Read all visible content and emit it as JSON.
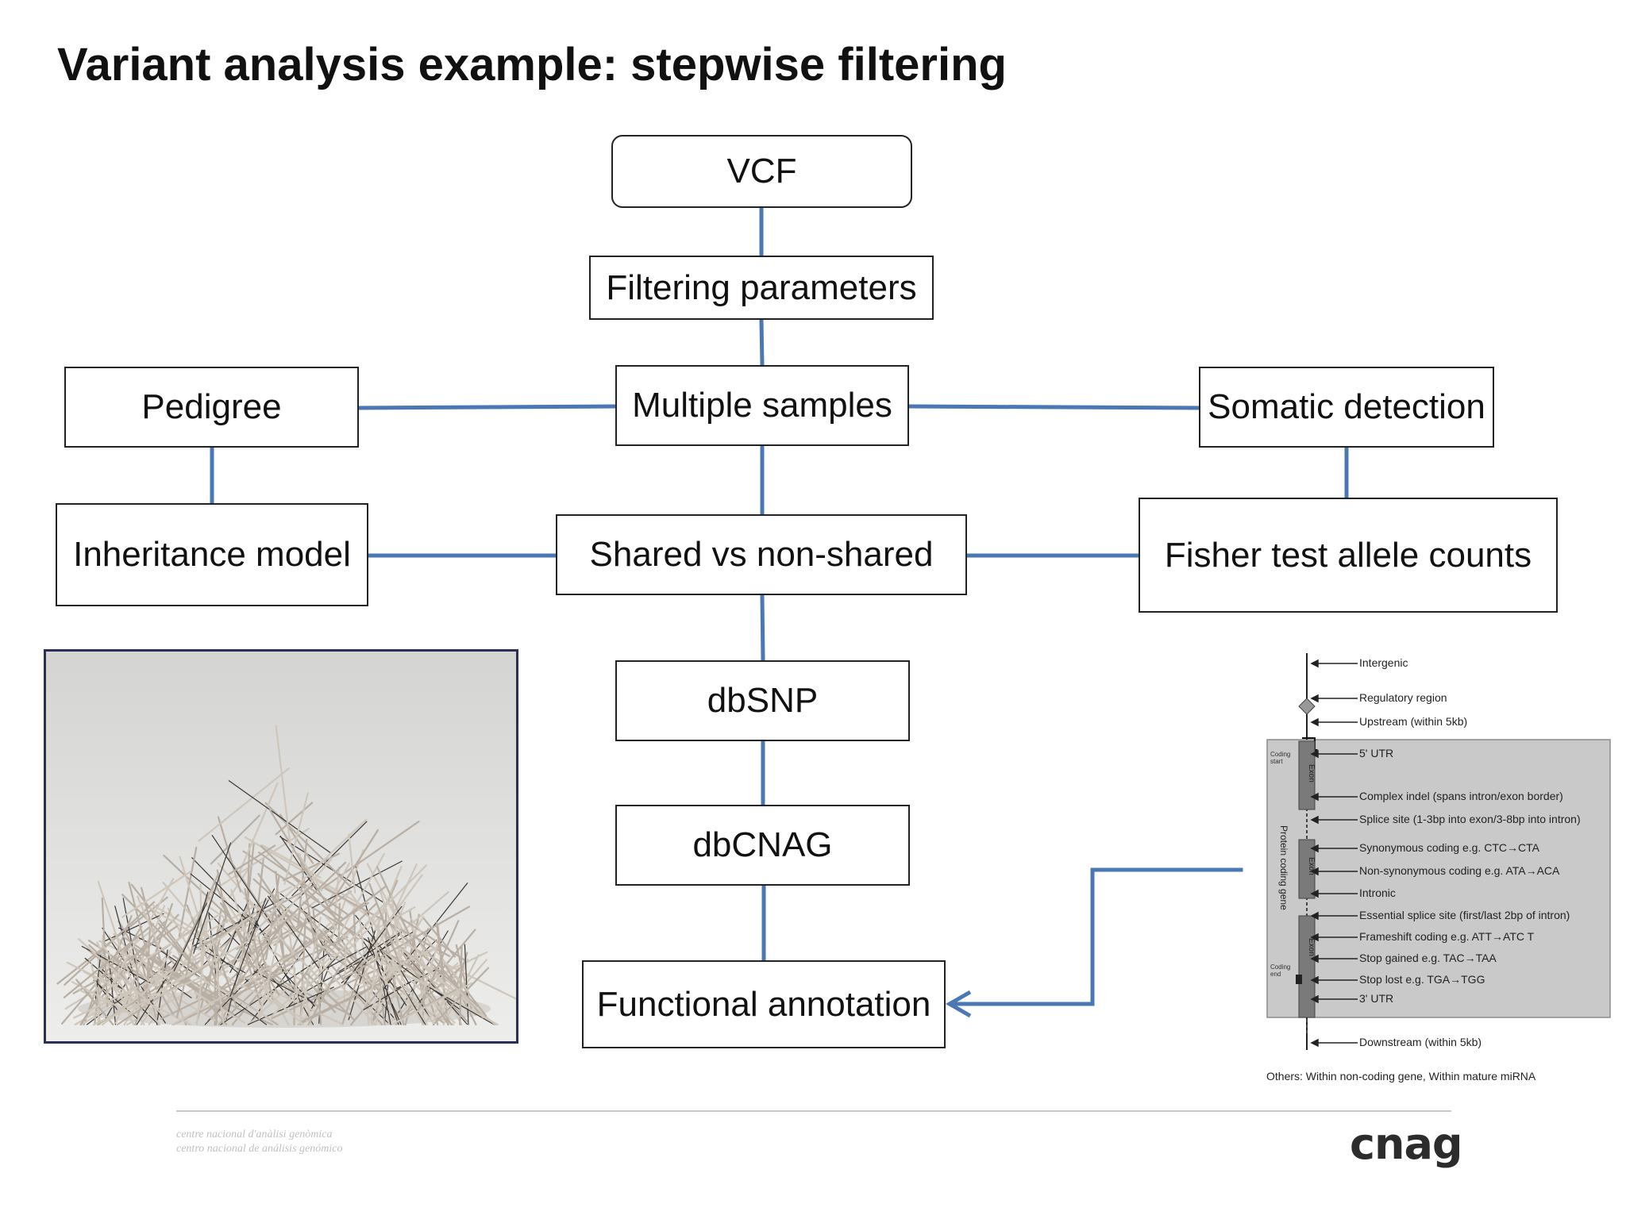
{
  "slide": {
    "title": "Variant analysis example: stepwise filtering"
  },
  "flow": {
    "vcf": "VCF",
    "filtering": "Filtering parameters",
    "multiple": "Multiple samples",
    "pedigree": "Pedigree",
    "somatic": "Somatic detection",
    "inheritance": "Inheritance model",
    "shared": "Shared vs non-shared",
    "fisher": "Fisher test allele counts",
    "dbsnp": "dbSNP",
    "dbcnag": "dbCNAG",
    "functional": "Functional annotation"
  },
  "consequences": {
    "labels": [
      "Intergenic",
      "Regulatory region",
      "Upstream (within 5kb)",
      "5' UTR",
      "Complex indel (spans intron/exon border)",
      "Splice site (1-3bp into exon/3-8bp into intron)",
      "Synonymous coding e.g. CTC→CTA",
      "Non-synonymous coding e.g. ATA→ACA",
      "Intronic",
      "Essential splice site (first/last 2bp of intron)",
      "Frameshift coding e.g. ATT→ATC T",
      "Stop gained e.g. TAC→TAA",
      "Stop lost e.g. TGA→TGG",
      "3' UTR",
      "Downstream (within 5kb)"
    ],
    "gene_label": "Protein coding gene",
    "exon_label": "Exon",
    "coding_start": "Coding start",
    "coding_end": "Coding end",
    "others": "Others: Within non-coding gene, Within mature miRNA"
  },
  "footer": {
    "line1": "centre nacional d'anàlisi genòmica",
    "line2": "centro nacional de análisis genómico",
    "logo": "cnag"
  },
  "colors": {
    "connector": "#4a78b5",
    "box_border": "#222222",
    "photo_frame": "#2b2f55"
  }
}
